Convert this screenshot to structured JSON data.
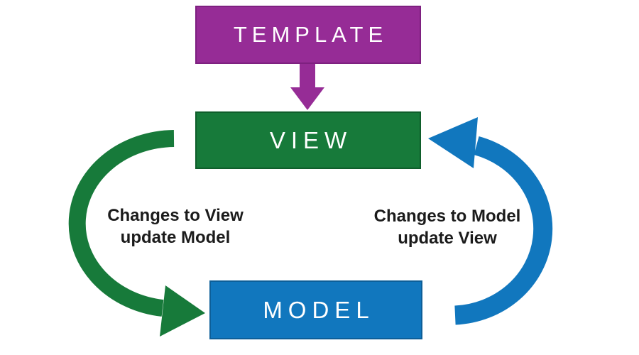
{
  "page": {
    "background_color": "#ffffff"
  },
  "diagram": {
    "boxes": {
      "template": {
        "label": "TEMPLATE",
        "color": "#962c96",
        "text_color": "#ffffff"
      },
      "view": {
        "label": "VIEW",
        "color": "#177a3a",
        "text_color": "#ffffff"
      },
      "model": {
        "label": "MODEL",
        "color": "#1177be",
        "text_color": "#ffffff"
      }
    },
    "captions": {
      "left": {
        "line1": "Changes to View",
        "line2": "update Model"
      },
      "right": {
        "line1": "Changes to Model",
        "line2": "update View"
      }
    },
    "arrows": {
      "template_to_view": {
        "color": "#962c96",
        "direction": "down",
        "from": "TEMPLATE",
        "to": "VIEW"
      },
      "view_to_model": {
        "color": "#177a3a",
        "direction": "curved-left-down",
        "from": "VIEW",
        "to": "MODEL"
      },
      "model_to_view": {
        "color": "#1177be",
        "direction": "curved-right-up",
        "from": "MODEL",
        "to": "VIEW"
      }
    }
  }
}
